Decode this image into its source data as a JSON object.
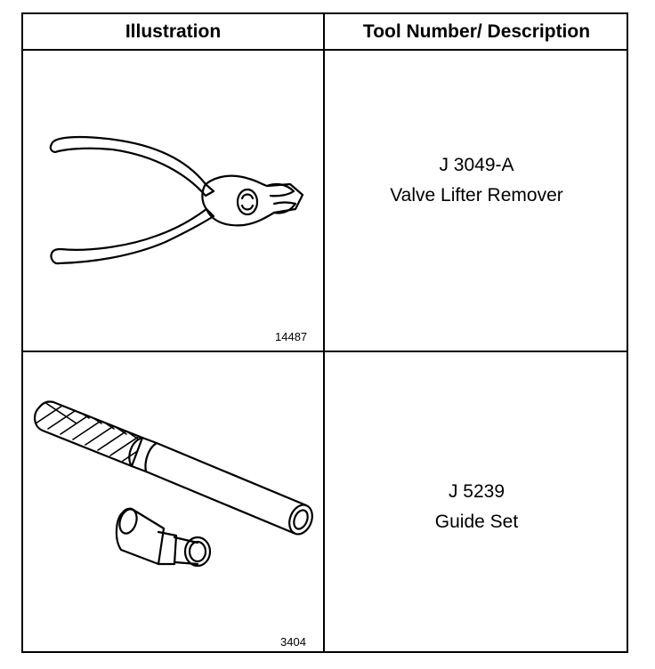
{
  "table": {
    "headers": {
      "illustration": "Illustration",
      "description": "Tool Number/ Description"
    },
    "rows": [
      {
        "figure_number": "14487",
        "tool_number": "J 3049-A",
        "description": "Valve Lifter Remover",
        "illustration_icon": "pliers-icon"
      },
      {
        "figure_number": "3404",
        "tool_number": "J 5239",
        "description": "Guide Set",
        "illustration_icon": "guide-set-icon"
      }
    ]
  }
}
